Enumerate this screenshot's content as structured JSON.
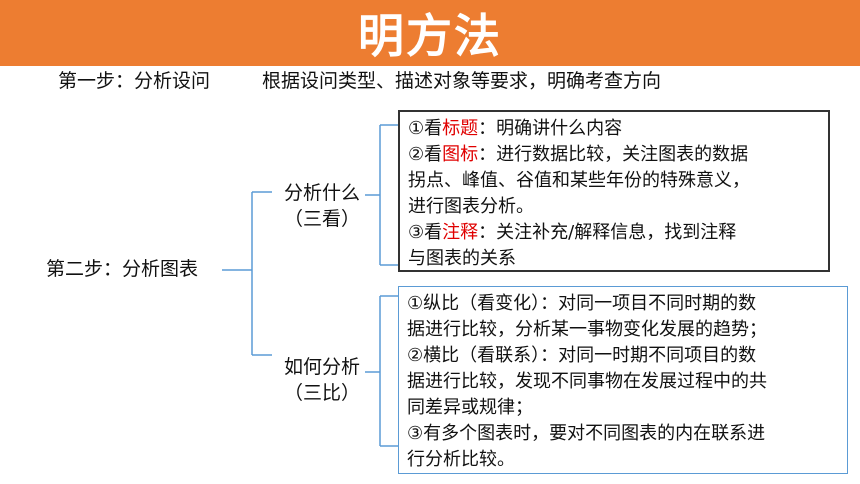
{
  "title": "明方法",
  "step1": {
    "label": "第一步：分析设问",
    "desc": "根据设问类型、描述对象等要求，明确考查方向"
  },
  "step2": {
    "label": "第二步：分析图表",
    "branch1": {
      "line1": "分析什么",
      "line2": "（三看）",
      "items": [
        {
          "prefix": "①看",
          "key": "标题",
          "lines": [
            "：明确讲什么内容"
          ]
        },
        {
          "prefix": "②看",
          "key": "图标",
          "lines": [
            "：进行数据比较，关注图表的数据",
            "拐点、峰值、谷值和某些年份的特殊意义，",
            "进行图表分析。"
          ]
        },
        {
          "prefix": "③看",
          "key": "注释",
          "lines": [
            "：关注补充/解释信息，找到注释",
            "与图表的关系"
          ]
        }
      ]
    },
    "branch2": {
      "line1": "如何分析",
      "line2": "（三比）",
      "lines": [
        "①纵比（看变化）：对同一项目不同时期的数",
        "据进行比较，分析某一事物变化发展的趋势；",
        "②横比（看联系）：对同一时期不同项目的数",
        "据进行比较，发现不同事物在发展过程中的共",
        "同差异或规律；",
        "③有多个图表时，要对不同图表的内在联系进",
        "行分析比较。"
      ]
    }
  },
  "colors": {
    "title_bg": "#ED7D31",
    "highlight": "#E00000",
    "bracket_line": "#5B9BD5"
  }
}
